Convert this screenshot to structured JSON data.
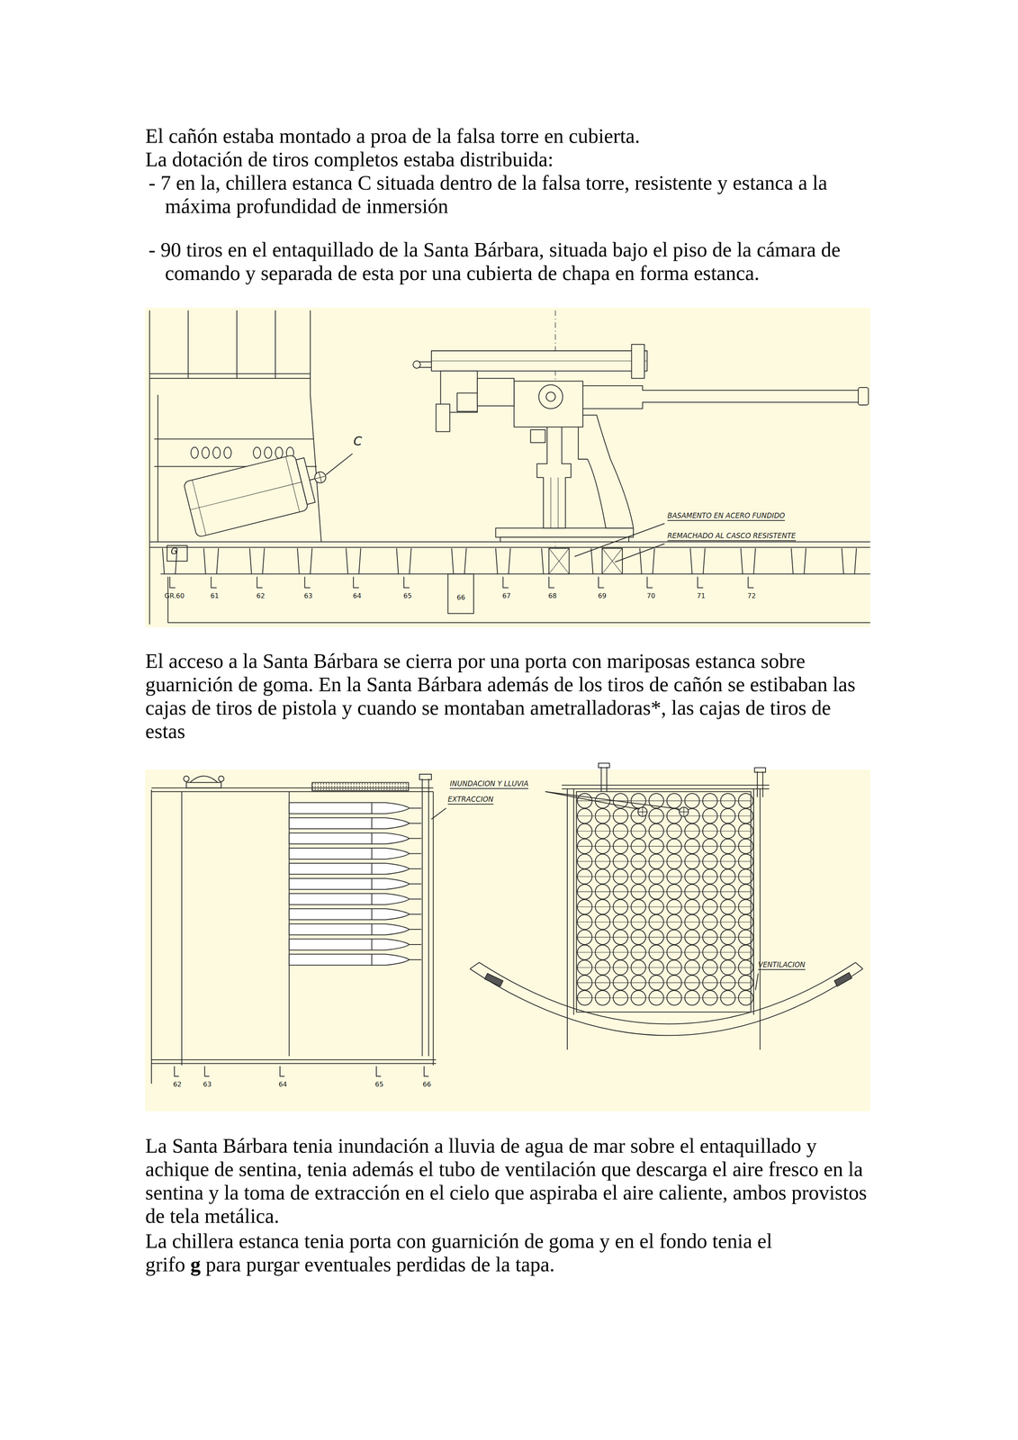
{
  "diagram": {
    "labels": [
      "El cañón estaba montado a proa de la falsa torre en cubierta.",
      "La dotación de tiros completos estaba distribuida:",
      "- 7 en la, chillera estanca C situada dentro de la falsa torre, resistente y estanca a la máxima profundidad de inmersión",
      "- 90 tiros en el entaquillado de la Santa Bárbara, situada bajo el piso de la cámara de comando y separada de esta por una cubierta de chapa en forma estanca.",
      "C",
      "BASAMENTO EN ACERO FUNDIDO",
      "REMACHADO AL CASCO RESISTENTE",
      "G",
      "GR.60",
      "61",
      "62",
      "63",
      "64",
      "65",
      "66",
      "67",
      "68",
      "69",
      "70",
      "71",
      "72",
      "El acceso a la Santa Bárbara se cierra por una porta con mariposas estanca sobre guarnición de goma. En la Santa Bárbara además de los tiros de cañón se estibaban las cajas de tiros de pistola y cuando se montaban ametralladoras*, las cajas de tiros de estas",
      "INUNDACION Y LLUVIA",
      "EXTRACCION",
      "VENTILACION",
      "62",
      "63",
      "64",
      "65",
      "66",
      "La Santa Bárbara tenia inundación a lluvia de agua de mar sobre el entaquillado y achique de sentina, tenia además el tubo de ventilación que descarga el aire fresco en la sentina y la toma de extracción en el cielo que aspiraba el aire caliente, ambos provistos de tela metálica.",
      "La chillera estanca tenia porta con guarnición de goma y en el fondo tenia el grifo",
      "g",
      "para purgar eventuales perdidas de la tapa."
    ]
  }
}
